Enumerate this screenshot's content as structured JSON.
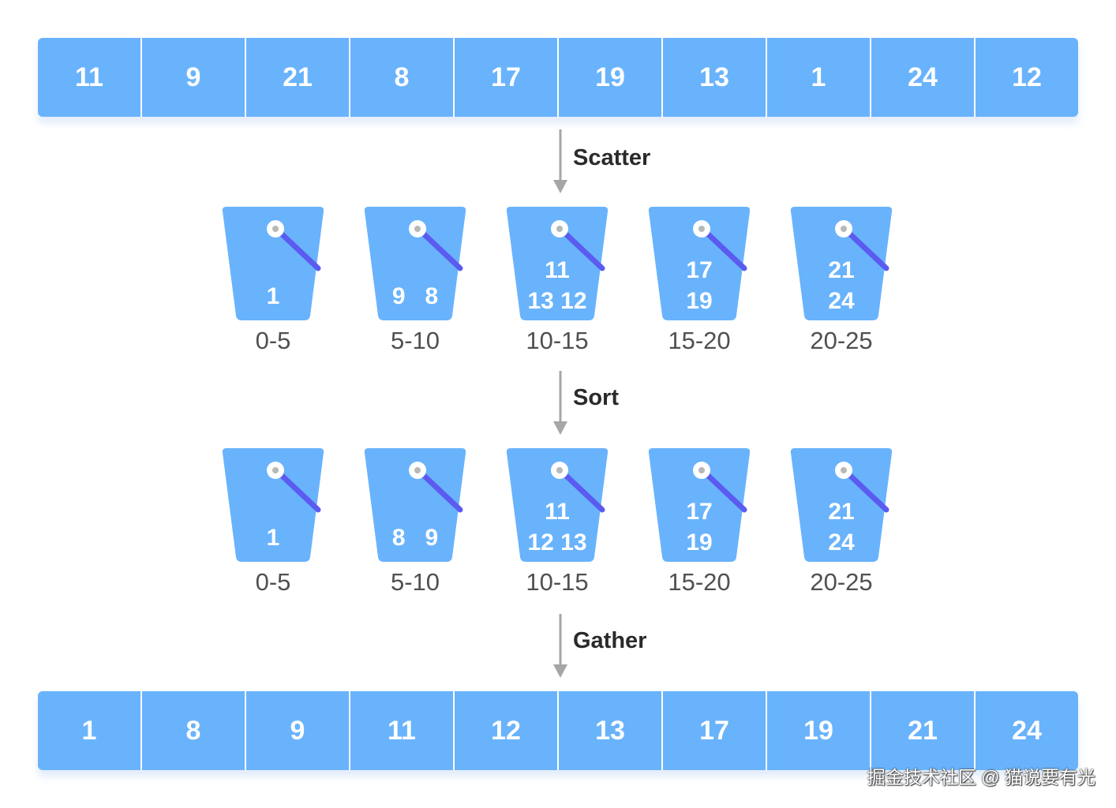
{
  "colors": {
    "cell": "#69b3fc",
    "bucket": "#69b3fc",
    "handle": "#5b5bf0",
    "arrow": "#a6a6a6",
    "range_text": "#505050"
  },
  "input_array": [
    "11",
    "9",
    "21",
    "8",
    "17",
    "19",
    "13",
    "1",
    "24",
    "12"
  ],
  "steps": {
    "scatter": "Scatter",
    "sort": "Sort",
    "gather": "Gather"
  },
  "scatter_buckets": [
    {
      "range": "0-5",
      "lines": [
        "1"
      ]
    },
    {
      "range": "5-10",
      "lines": [
        "9   8"
      ]
    },
    {
      "range": "10-15",
      "lines": [
        "11",
        "13 12"
      ]
    },
    {
      "range": "15-20",
      "lines": [
        "17",
        "19"
      ]
    },
    {
      "range": "20-25",
      "lines": [
        "21",
        "24"
      ]
    }
  ],
  "sorted_buckets": [
    {
      "range": "0-5",
      "lines": [
        "1"
      ]
    },
    {
      "range": "5-10",
      "lines": [
        "8   9"
      ]
    },
    {
      "range": "10-15",
      "lines": [
        "11",
        "12 13"
      ]
    },
    {
      "range": "15-20",
      "lines": [
        "17",
        "19"
      ]
    },
    {
      "range": "20-25",
      "lines": [
        "21",
        "24"
      ]
    }
  ],
  "output_array": [
    "1",
    "8",
    "9",
    "11",
    "12",
    "13",
    "17",
    "19",
    "21",
    "24"
  ],
  "watermark": "掘金技术社区 @ 猫说要有光"
}
